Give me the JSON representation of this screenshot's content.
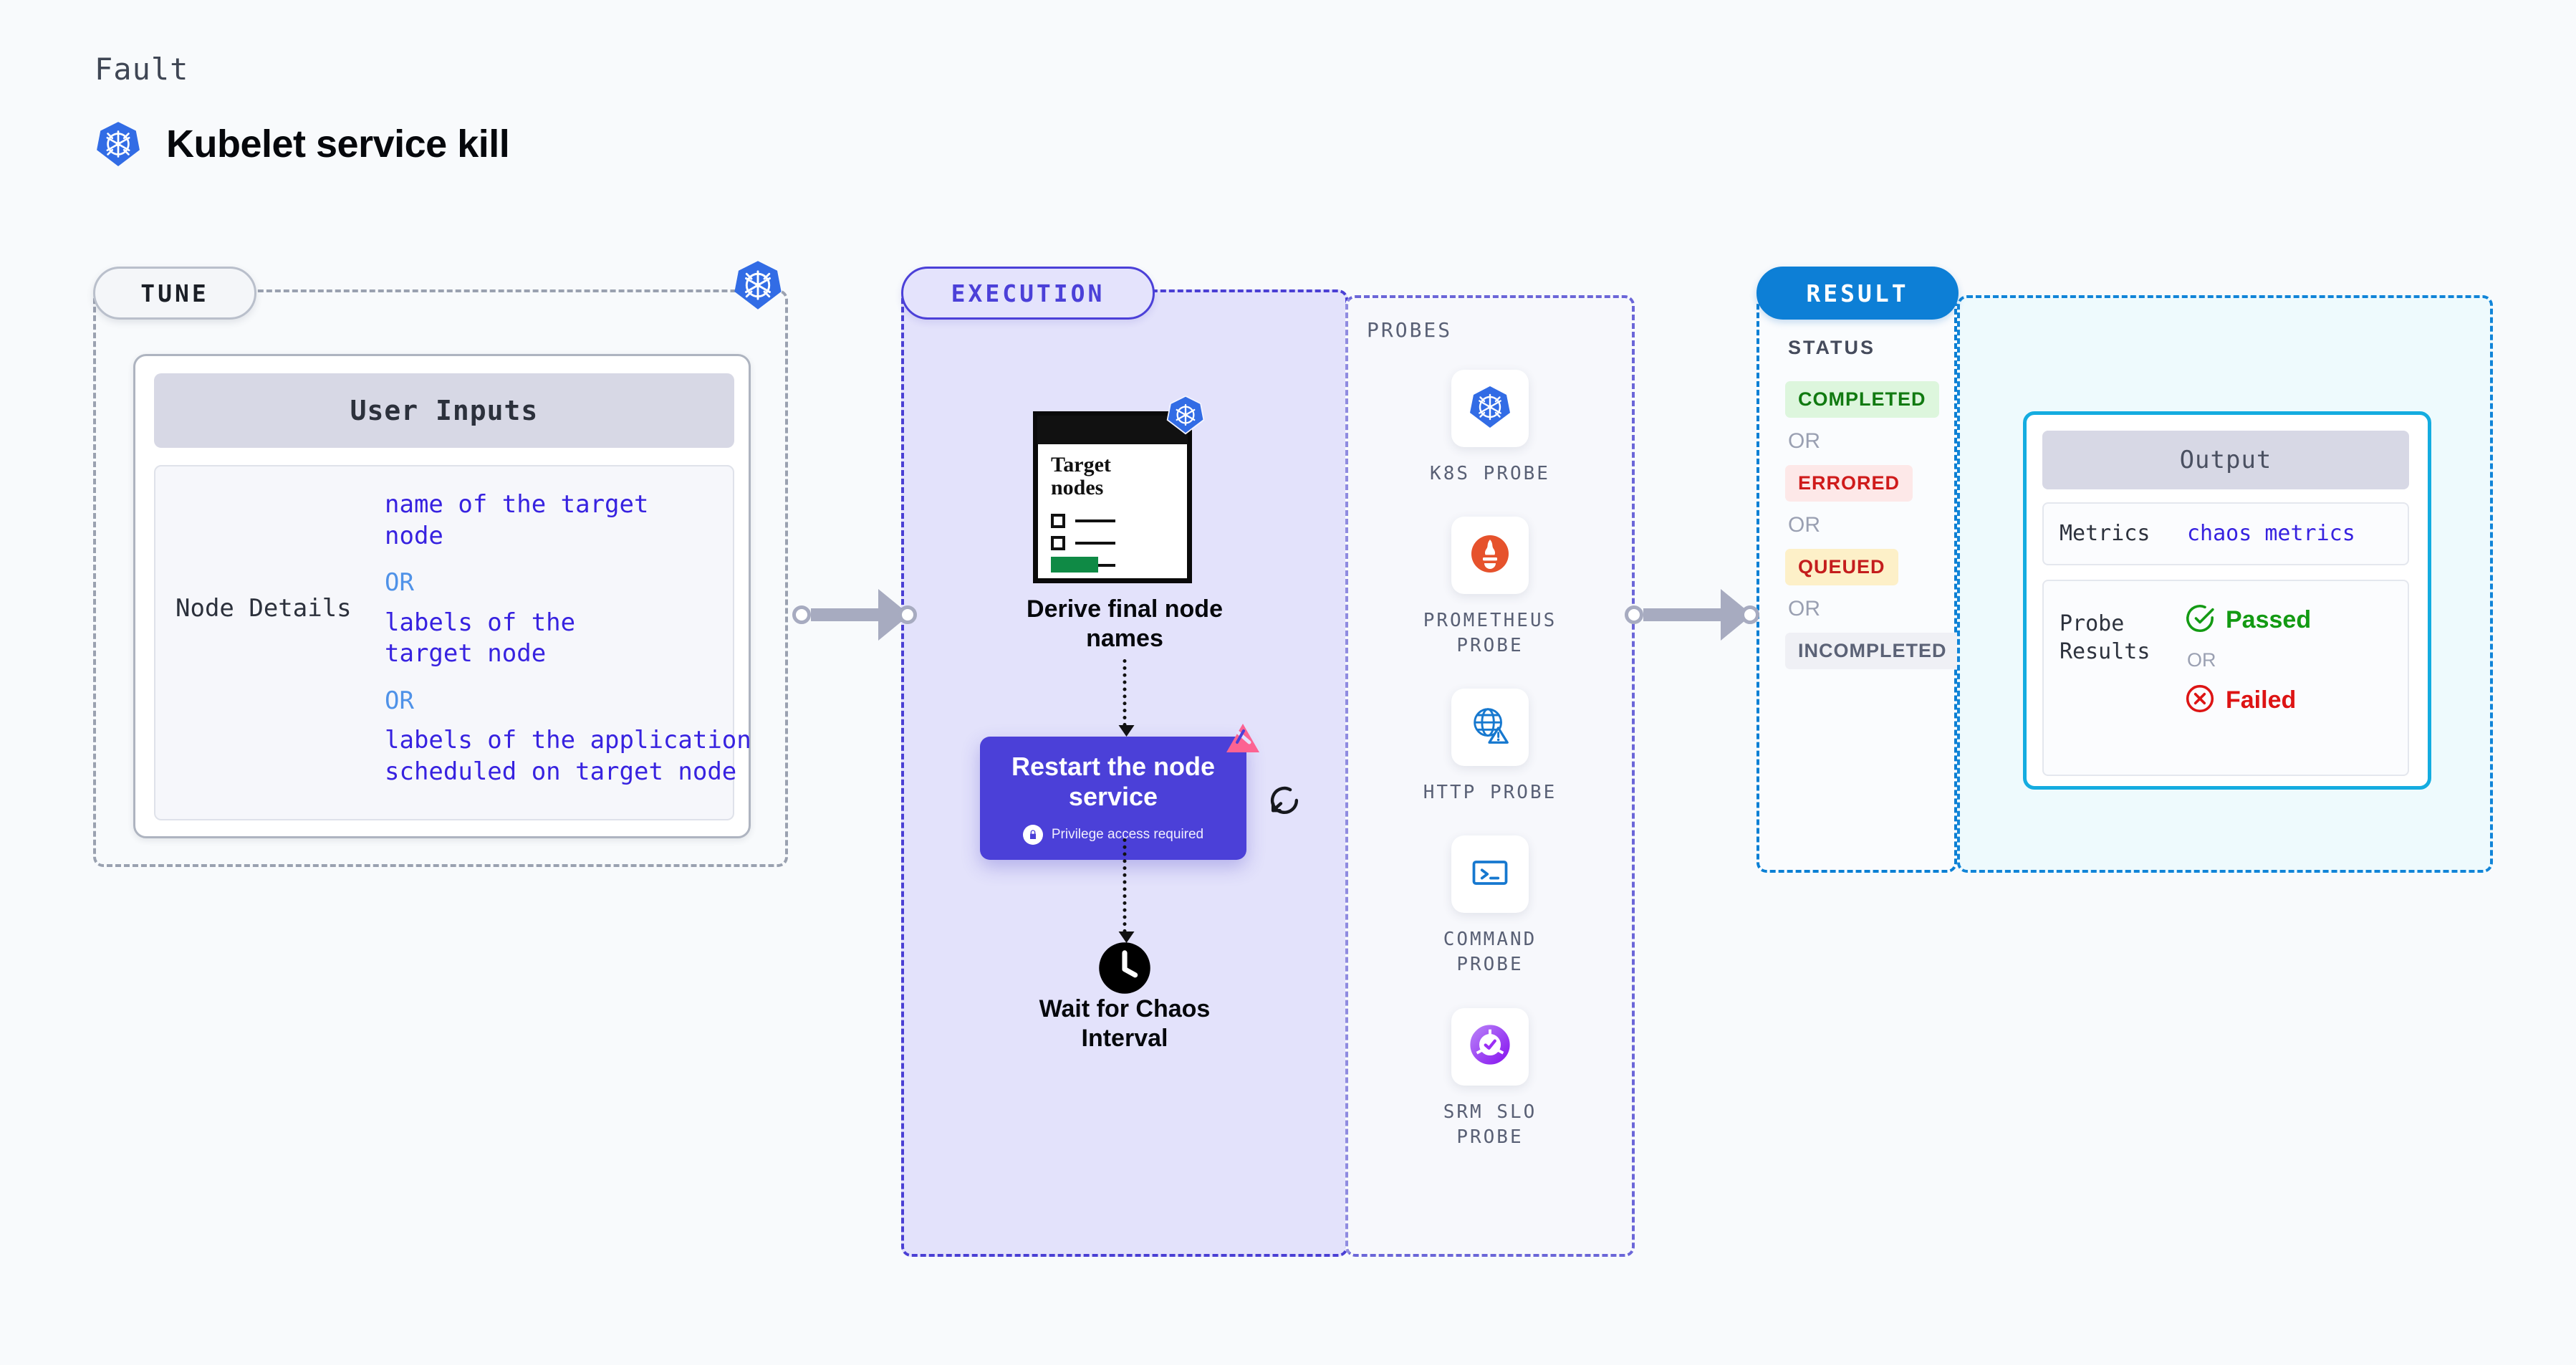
{
  "header": {
    "eyebrow": "Fault",
    "title": "Kubelet service kill",
    "icon": "kubernetes-icon"
  },
  "tune": {
    "pill_label": "TUNE",
    "badge_icon": "kubernetes-icon",
    "card": {
      "header": "User Inputs",
      "param_label": "Node Details",
      "values": [
        "name of the target node",
        "labels of the target node",
        "labels of the application\n scheduled on target node"
      ],
      "value_line_1a": "name of the target",
      "value_line_1b": "node",
      "or_1": "OR",
      "value_line_2a": "labels of the",
      "value_line_2b": "target node",
      "or_2": "OR",
      "value_line_3a": "labels of the application",
      "value_line_3b": " scheduled on target node"
    }
  },
  "execution": {
    "pill_label": "EXECUTION",
    "node_card": {
      "title_line_1": "Target",
      "title_line_2": "nodes",
      "badge_icon": "kubernetes-icon"
    },
    "steps": [
      {
        "label": "Derive final node names",
        "label_line_1": "Derive final node",
        "label_line_2": "names"
      },
      {
        "label": "Restart the node service",
        "label_line_1": "Restart the node",
        "label_line_2": "service"
      },
      {
        "label": "Wait for Chaos Interval",
        "label_line_1": "Wait for Chaos",
        "label_line_2": "Interval"
      }
    ],
    "chaos_box": {
      "title_line_1": "Restart the node",
      "title_line_2": "service",
      "privilege_note": "Privilege access required",
      "lock_icon": "lock-icon",
      "brand_icon": "litmus-icon",
      "loop_icon": "loop-icon",
      "color": "#4b40d8"
    },
    "clock_icon": "clock-icon"
  },
  "probes": {
    "title": "PROBES",
    "items": [
      {
        "name_line_1": "K8S PROBE",
        "name_line_2": "",
        "icon": "kubernetes-icon"
      },
      {
        "name_line_1": "PROMETHEUS",
        "name_line_2": "PROBE",
        "icon": "prometheus-icon"
      },
      {
        "name_line_1": "HTTP PROBE",
        "name_line_2": "",
        "icon": "http-globe-warning-icon"
      },
      {
        "name_line_1": "COMMAND",
        "name_line_2": "PROBE",
        "icon": "terminal-icon"
      },
      {
        "name_line_1": "SRM SLO",
        "name_line_2": "PROBE",
        "icon": "srm-slo-donut-check-icon"
      }
    ]
  },
  "result": {
    "pill_label": "RESULT",
    "status": {
      "title": "STATUS",
      "or_label": "OR",
      "badges": [
        {
          "label": "COMPLETED",
          "color": "#117a11",
          "background": "#ddf6dd"
        },
        {
          "label": "ERRORED",
          "color": "#cf1b1b",
          "background": "#fde8e8"
        },
        {
          "label": "QUEUED",
          "color": "#c41d1d",
          "background": "#fdf0c8"
        },
        {
          "label": "INCOMPLETED",
          "color": "#5b6276",
          "background": "#eff0f5"
        }
      ]
    },
    "output": {
      "header": "Output",
      "metrics_key": "Metrics",
      "metrics_value": "chaos metrics",
      "probe_results_key_line_1": "Probe",
      "probe_results_key_line_2": "Results",
      "passed_label": "Passed",
      "failed_label": "Failed",
      "or_label": "OR",
      "passed_icon": "check-circle-icon",
      "failed_icon": "x-circle-icon"
    }
  },
  "colors": {
    "page_background": "#f8fafc",
    "kubernetes_blue": "#326ce5",
    "execution_purple": "#4b40d8",
    "execution_fill": "#e3e2fb",
    "result_blue": "#0d7fd6",
    "result_fill": "#eefafd",
    "output_border": "#14ace0",
    "litmus_pink": "#fc6392",
    "connector_grey": "#a7abc0"
  }
}
